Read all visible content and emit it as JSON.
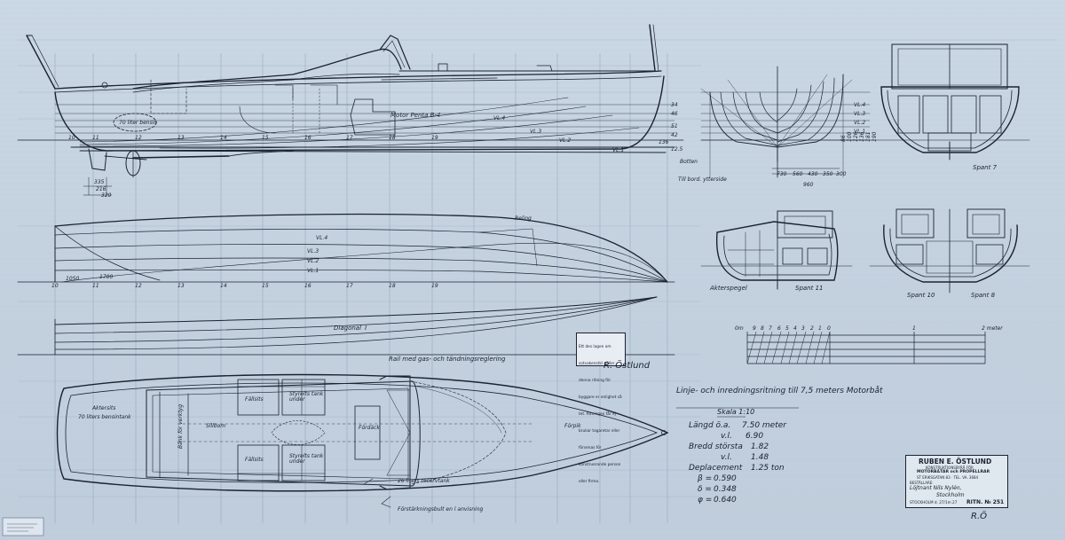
{
  "profile": {
    "tank_label": "70 liter bensin",
    "motor_label": "Motor Penta B-4",
    "bottom_label": "Botten",
    "deck_edge_label": "Till bord. ytterside",
    "waterlines": [
      "VL.4",
      "VL.3",
      "VL.2",
      "VL.1"
    ],
    "station_numbers": [
      "10",
      "11",
      "12",
      "13",
      "14",
      "15",
      "16",
      "17",
      "18",
      "19"
    ],
    "offset_figures": [
      "335",
      "216",
      "320",
      "1050"
    ],
    "stem_heights": [
      "34",
      "46",
      "51",
      "42",
      "136",
      "12.5"
    ]
  },
  "half_breadth": {
    "railing_label": "Reling",
    "waterlines": [
      "VL.4",
      "VL.3",
      "VL.2",
      "VL.1"
    ],
    "stern_offset": "1700",
    "stations": [
      "10",
      "11",
      "12",
      "13",
      "14",
      "15",
      "16",
      "17",
      "18",
      "19"
    ]
  },
  "diagonal": {
    "label": "Diagonal",
    "numeral": "I"
  },
  "rail_note": "Rail med gas- och tändningsreglering",
  "note_box": "Ett des lagen om sotvakenstkl gäller denna ritning för byggare er enlighet så tet. Ritningen får ej brukar tagaretar eller försenas för konstruerande person eller firma.",
  "signature": "R. Östlund",
  "deck_plan": {
    "aftersits": "Aktersits",
    "tank": "70 liters bensintank",
    "bench": "Bänk för verktyg",
    "sill": "Sillbom",
    "fallsits_1": "Fällsits",
    "fallsits_2": "Fällsits",
    "tank_under_1": "Styrelts tank under",
    "tank_under_2": "Styrelts tank under",
    "foredeck": "Fördäck",
    "reserve_tank": "26 liters reservtank",
    "bow": "Förpik",
    "fender_note": "Förstärkningsbult en l anvisning"
  },
  "body_plan": {
    "sections": [
      "VL.4",
      "VL.3",
      "VL.2",
      "VL.1"
    ],
    "widths": [
      "730",
      "560",
      "430",
      "350",
      "300"
    ],
    "beam": "960",
    "heights": [
      "86",
      "100",
      "126",
      "136",
      "181",
      "190"
    ]
  },
  "frames": {
    "spant_7": "Spant 7",
    "aktersp": "Akterspegel",
    "spant_11": "Spant 11",
    "spant_10": "Spant 10",
    "spant_8": "Spant 8"
  },
  "scale_bar": {
    "unit_start": "0m",
    "ticks": [
      "9",
      "8",
      "7",
      "6",
      "5",
      "4",
      "3",
      "2",
      "1",
      "0"
    ],
    "one": "1",
    "end": "2 meter"
  },
  "title": {
    "main": "Linje- och inredningsritning till 7,5 meters Motorbåt",
    "scale": "Skala 1:10"
  },
  "specs": [
    {
      "label": "Längd ö.a.",
      "value": "7.50 meter"
    },
    {
      "label": "v.l.",
      "value": "6.90"
    },
    {
      "label": "Bredd största",
      "value": "1.82"
    },
    {
      "label": "v.l.",
      "value": "1.48"
    },
    {
      "label": "Deplacement",
      "value": "1.25 ton"
    },
    {
      "label": "β =",
      "value": "0.590"
    },
    {
      "label": "δ =",
      "value": "0.348"
    },
    {
      "label": "φ =",
      "value": "0.640"
    }
  ],
  "title_block": {
    "company": "RUBEN E. ÖSTLUND",
    "line1": "KONSTRUKTIONSBYRÅ FÖR",
    "line2": "MOTORBÅTAR och PROPELLRAR",
    "line3": "ST ERIKSGATAN 83 · TEL. VA. 3684",
    "ordered_by_label": "BESTÄLLARE:",
    "client": "Löjtnant Nils Nylén,",
    "city": "Stockholm",
    "place_date": "STOCKHOLM d. 27/1m 27",
    "drawing_no_label": "RITN. № 251"
  },
  "initials": "R.Ö",
  "colors": {
    "paper": "#c6d3e1",
    "ink": "#1b2230",
    "grid": "#8ea0b8"
  }
}
